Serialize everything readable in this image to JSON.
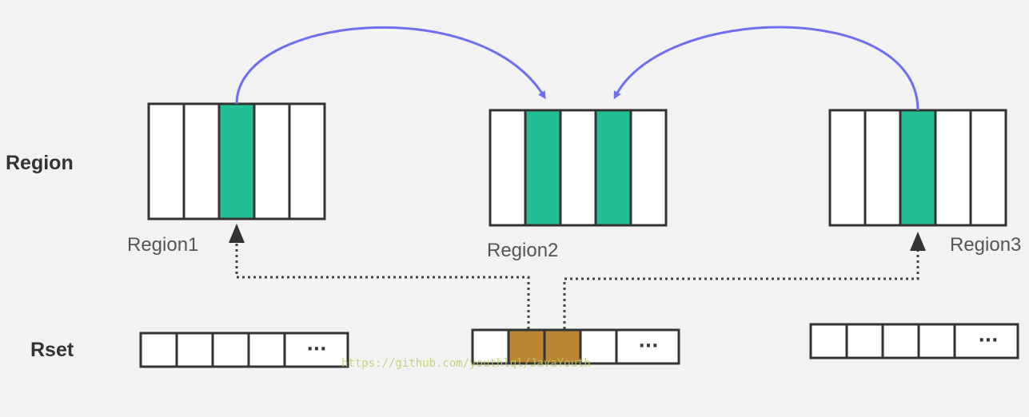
{
  "labels": {
    "region_row": "Region",
    "rset_row": "Rset"
  },
  "regions": [
    {
      "name": "Region1",
      "cells": 5,
      "highlighted": [
        2
      ]
    },
    {
      "name": "Region2",
      "cells": 5,
      "highlighted": [
        1,
        3
      ]
    },
    {
      "name": "Region3",
      "cells": 5,
      "highlighted": [
        2
      ]
    }
  ],
  "rsets": [
    {
      "cells": 4,
      "ellipsis": "···",
      "highlighted": []
    },
    {
      "cells": 4,
      "ellipsis": "···",
      "highlighted": [
        1,
        2
      ]
    },
    {
      "cells": 4,
      "ellipsis": "···",
      "highlighted": []
    }
  ],
  "reference_arrows": [
    {
      "from": "Region1",
      "to": "Region2"
    },
    {
      "from": "Region3",
      "to": "Region2"
    }
  ],
  "rset_pointers": [
    {
      "from": "Region2 Rset",
      "to": "Region1"
    },
    {
      "from": "Region2 Rset",
      "to": "Region3"
    }
  ],
  "watermark": "https://github.com/youthlql/JavaYouth",
  "colors": {
    "background": "#f2f2f2",
    "region_highlight": "#22bd94",
    "rset_highlight": "#bd8434",
    "reference_arrow": "#6e6ef0",
    "pointer": "#444444",
    "stroke": "#333333"
  }
}
